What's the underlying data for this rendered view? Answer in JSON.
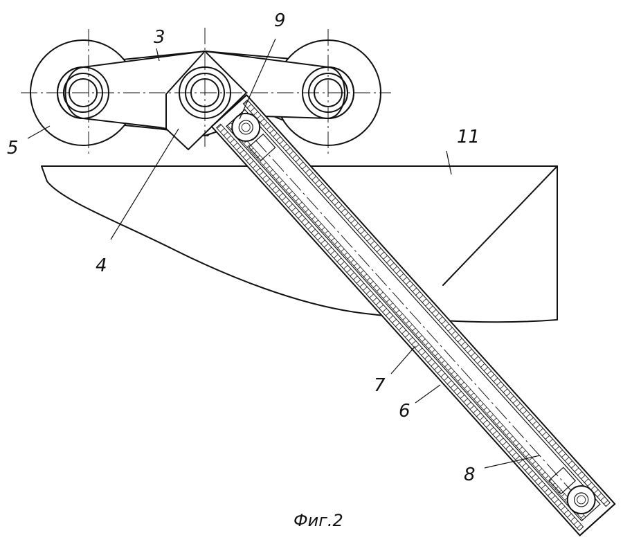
{
  "caption": "Фиг.2",
  "callouts": {
    "n3": "3",
    "n4": "4",
    "n5": "5",
    "n6": "6",
    "n7": "7",
    "n8": "8",
    "n9": "9",
    "n11": "11"
  }
}
